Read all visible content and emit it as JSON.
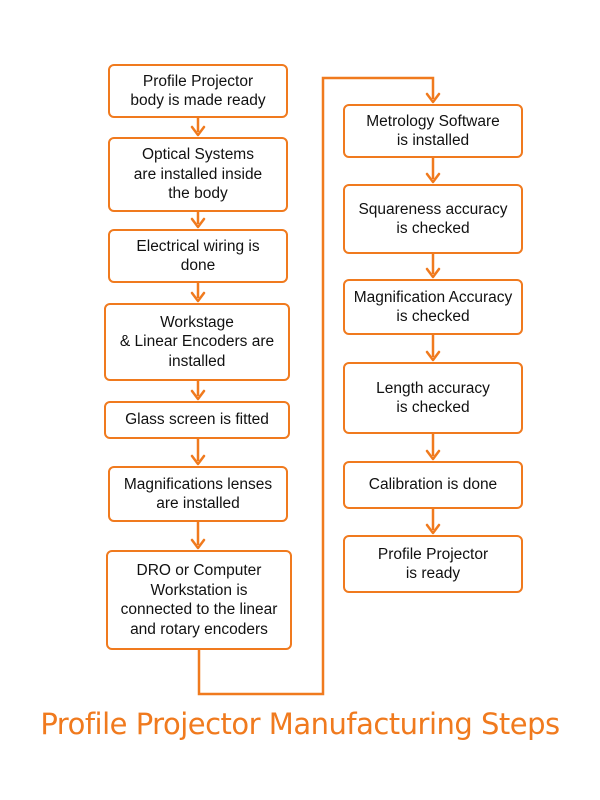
{
  "accent_color": "#f07a1e",
  "title": "Profile Projector Manufacturing Steps",
  "steps": [
    {
      "label": "Profile Projector\nbody is made ready"
    },
    {
      "label": "Optical Systems\nare installed inside\nthe body"
    },
    {
      "label": "Electrical wiring is\ndone"
    },
    {
      "label": "Workstage\n& Linear Encoders are\ninstalled"
    },
    {
      "label": "Glass screen is fitted"
    },
    {
      "label": "Magnifications lenses\nare installed"
    },
    {
      "label": "DRO or Computer\nWorkstation is\nconnected to the linear\nand rotary encoders"
    },
    {
      "label": "Metrology Software\nis installed"
    },
    {
      "label": "Squareness accuracy\nis checked"
    },
    {
      "label": "Magnification Accuracy\nis checked"
    },
    {
      "label": "Length accuracy\nis checked"
    },
    {
      "label": "Calibration is done"
    },
    {
      "label": "Profile Projector\nis ready"
    }
  ]
}
